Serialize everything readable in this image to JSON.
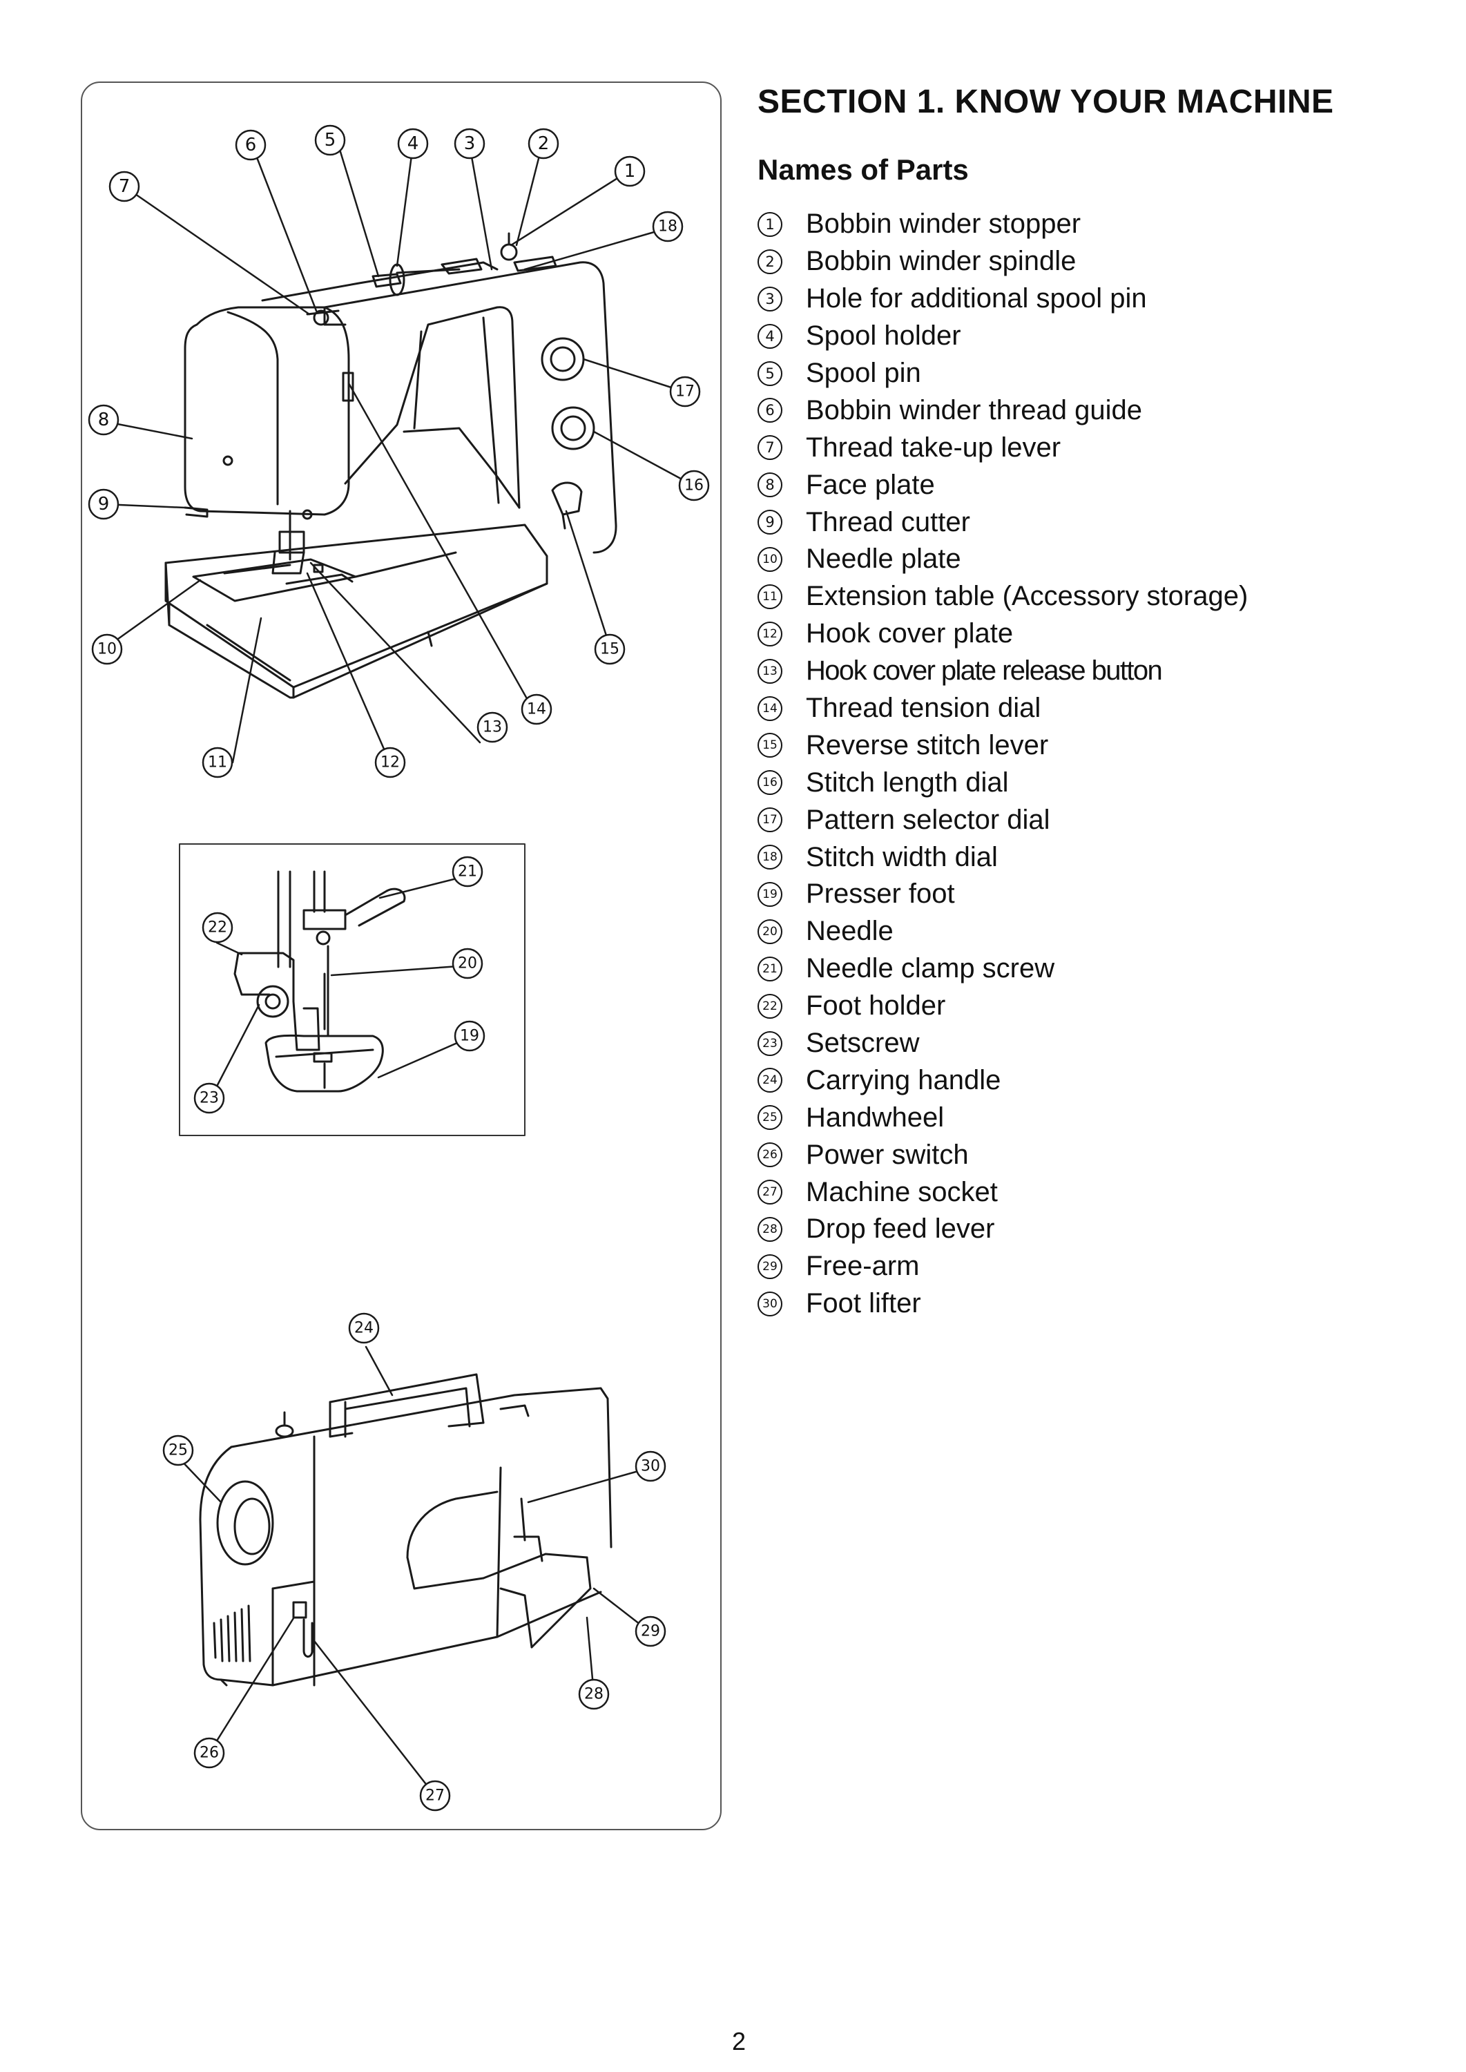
{
  "section_title": "SECTION 1. KNOW YOUR MACHINE",
  "subtitle": "Names of Parts",
  "parts": [
    {
      "num": "1",
      "label": "Bobbin winder stopper"
    },
    {
      "num": "2",
      "label": "Bobbin winder spindle"
    },
    {
      "num": "3",
      "label": "Hole for additional spool pin"
    },
    {
      "num": "4",
      "label": "Spool holder"
    },
    {
      "num": "5",
      "label": "Spool pin"
    },
    {
      "num": "6",
      "label": "Bobbin winder thread guide"
    },
    {
      "num": "7",
      "label": "Thread take-up lever"
    },
    {
      "num": "8",
      "label": "Face plate"
    },
    {
      "num": "9",
      "label": "Thread cutter"
    },
    {
      "num": "10",
      "label": "Needle plate"
    },
    {
      "num": "11",
      "label": "Extension table (Accessory storage)"
    },
    {
      "num": "12",
      "label": "Hook cover plate"
    },
    {
      "num": "13",
      "label": "Hook cover plate release button"
    },
    {
      "num": "14",
      "label": "Thread tension dial"
    },
    {
      "num": "15",
      "label": "Reverse stitch lever"
    },
    {
      "num": "16",
      "label": "Stitch length dial"
    },
    {
      "num": "17",
      "label": "Pattern selector dial"
    },
    {
      "num": "18",
      "label": "Stitch width dial"
    },
    {
      "num": "19",
      "label": "Presser foot"
    },
    {
      "num": "20",
      "label": "Needle"
    },
    {
      "num": "21",
      "label": "Needle clamp screw"
    },
    {
      "num": "22",
      "label": "Foot holder"
    },
    {
      "num": "23",
      "label": "Setscrew"
    },
    {
      "num": "24",
      "label": "Carrying handle"
    },
    {
      "num": "25",
      "label": "Handwheel"
    },
    {
      "num": "26",
      "label": "Power switch"
    },
    {
      "num": "27",
      "label": "Machine socket"
    },
    {
      "num": "28",
      "label": "Drop feed lever"
    },
    {
      "num": "29",
      "label": "Free-arm"
    },
    {
      "num": "30",
      "label": "Foot lifter"
    }
  ],
  "page_number": "2",
  "callouts": [
    "1",
    "2",
    "3",
    "4",
    "5",
    "6",
    "7",
    "8",
    "9",
    "10",
    "11",
    "12",
    "13",
    "14",
    "15",
    "16",
    "17",
    "18",
    "19",
    "20",
    "21",
    "22",
    "23",
    "24",
    "25",
    "26",
    "27",
    "28",
    "29",
    "30"
  ]
}
